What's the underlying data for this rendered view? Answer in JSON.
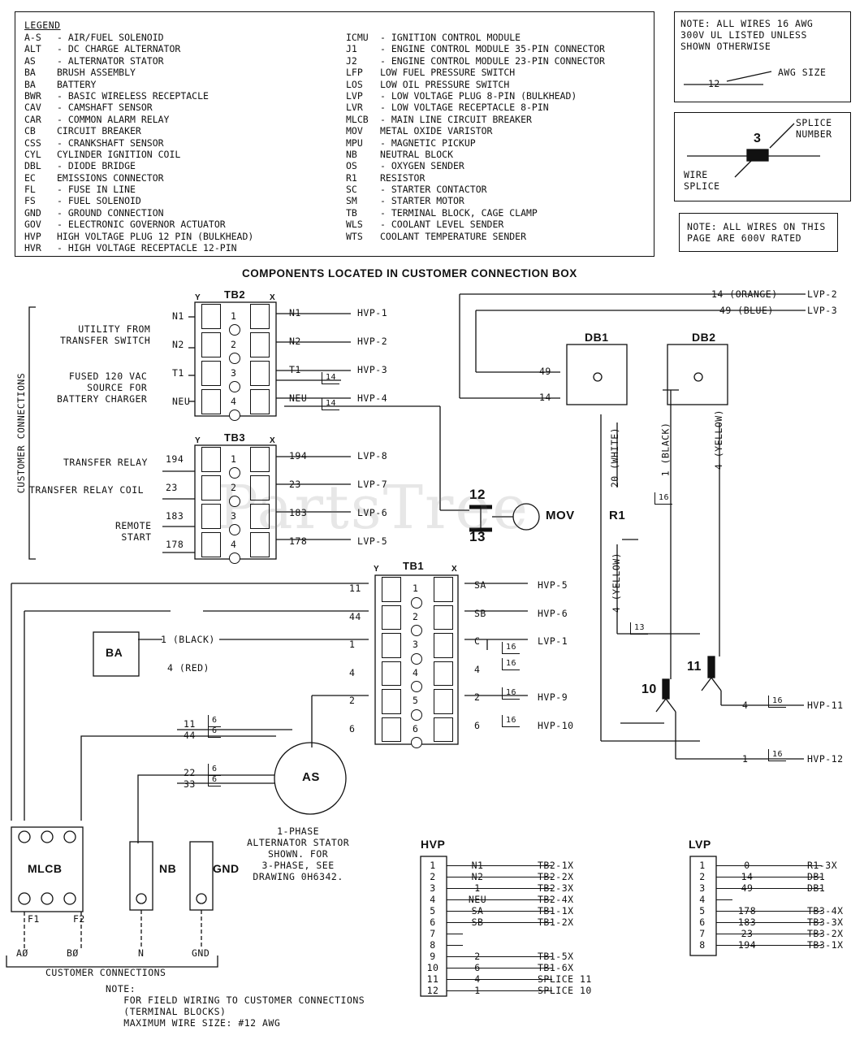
{
  "legend": {
    "title": "LEGEND",
    "left": [
      [
        "A-S",
        "- AIR/FUEL SOLENOID"
      ],
      [
        "ALT",
        "- DC CHARGE ALTERNATOR"
      ],
      [
        "AS",
        "- ALTERNATOR STATOR"
      ],
      [
        "BA",
        "BRUSH ASSEMBLY"
      ],
      [
        "BA",
        "BATTERY"
      ],
      [
        "BWR",
        "- BASIC WIRELESS RECEPTACLE"
      ],
      [
        "CAV",
        "- CAMSHAFT SENSOR"
      ],
      [
        "CAR",
        "- COMMON ALARM RELAY"
      ],
      [
        "CB",
        "CIRCUIT BREAKER"
      ],
      [
        "CSS",
        "- CRANKSHAFT SENSOR"
      ],
      [
        "CYL",
        "CYLINDER IGNITION COIL"
      ],
      [
        "DBL",
        "- DIODE BRIDGE"
      ],
      [
        "EC",
        "EMISSIONS CONNECTOR"
      ],
      [
        "FL",
        "- FUSE IN LINE"
      ],
      [
        "FS",
        "- FUEL SOLENOID"
      ],
      [
        "GND",
        "- GROUND CONNECTION"
      ],
      [
        "GOV",
        "- ELECTRONIC GOVERNOR ACTUATOR"
      ],
      [
        "HVP",
        "HIGH VOLTAGE PLUG 12 PIN (BULKHEAD)"
      ],
      [
        "HVR",
        "- HIGH VOLTAGE RECEPTACLE 12-PIN"
      ]
    ],
    "right": [
      [
        "ICMU",
        "- IGNITION CONTROL MODULE"
      ],
      [
        "J1",
        "- ENGINE CONTROL MODULE 35-PIN CONNECTOR"
      ],
      [
        "J2",
        "- ENGINE CONTROL MODULE 23-PIN CONNECTOR"
      ],
      [
        "LFP",
        "LOW FUEL PRESSURE SWITCH"
      ],
      [
        "LOS",
        "LOW OIL PRESSURE SWITCH"
      ],
      [
        "LVP",
        "- LOW VOLTAGE PLUG 8-PIN (BULKHEAD)"
      ],
      [
        "LVR",
        "- LOW VOLTAGE RECEPTACLE 8-PIN"
      ],
      [
        "MLCB",
        "- MAIN LINE CIRCUIT BREAKER"
      ],
      [
        "MOV",
        "METAL OXIDE VARISTOR"
      ],
      [
        "MPU",
        "- MAGNETIC PICKUP"
      ],
      [
        "NB",
        "NEUTRAL BLOCK"
      ],
      [
        "OS",
        "- OXYGEN SENDER"
      ],
      [
        "R1",
        "RESISTOR"
      ],
      [
        "SC",
        "- STARTER CONTACTOR"
      ],
      [
        "SM",
        "- STARTER MOTOR"
      ],
      [
        "TB",
        "- TERMINAL BLOCK, CAGE CLAMP"
      ],
      [
        "WLS",
        "- COOLANT LEVEL SENDER"
      ],
      [
        "WTS",
        "COOLANT TEMPERATURE SENDER"
      ]
    ]
  },
  "notes": {
    "awg_note": "NOTE: ALL WIRES 16 AWG\n300V UL LISTED UNLESS\nSHOWN OTHERWISE",
    "awg_example": "12",
    "awg_size": "AWG SIZE",
    "splice_number_label": "SPLICE\nNUMBER",
    "splice_example": "3",
    "wire_splice_label": "WIRE\nSPLICE",
    "rated_note": "NOTE: ALL WIRES ON THIS\nPAGE ARE 600V RATED",
    "field_note": "NOTE:\n   FOR FIELD WIRING TO CUSTOMER CONNECTIONS\n   (TERMINAL BLOCKS)\n   MAXIMUM WIRE SIZE: #12 AWG"
  },
  "diagram": {
    "title": "COMPONENTS LOCATED IN CUSTOMER CONNECTION BOX",
    "customer_connections_label": "CUSTOMER CONNECTIONS",
    "tb2": {
      "name": "TB2",
      "y": "Y",
      "x": "X",
      "left_labels": [
        "N1",
        "N2",
        "T1",
        "NEU"
      ],
      "right_wires": [
        "N1",
        "N2",
        "T1",
        "NEU"
      ],
      "dests": [
        "HVP-1",
        "HVP-2",
        "HVP-3",
        "HVP-4"
      ],
      "desc1": "UTILITY FROM\nTRANSFER SWITCH",
      "desc2": "FUSED 120 VAC\nSOURCE FOR\nBATTERY CHARGER"
    },
    "tb3": {
      "name": "TB3",
      "y": "Y",
      "x": "X",
      "left_labels": [
        "194",
        "23",
        "183",
        "178"
      ],
      "right_wires": [
        "194",
        "23",
        "183",
        "178"
      ],
      "dests": [
        "LVP-8",
        "LVP-7",
        "LVP-6",
        "LVP-5"
      ],
      "desc1": "TRANSFER RELAY",
      "desc2": "TRANSFER RELAY COIL",
      "desc3": "REMOTE\nSTART"
    },
    "tb1": {
      "name": "TB1",
      "y": "Y",
      "x": "X",
      "left_wires": [
        "11",
        "44",
        "1",
        "4",
        "2",
        "6"
      ],
      "right_wires": [
        "SA",
        "SB",
        "C",
        "4",
        "2",
        "6"
      ],
      "dests": [
        "HVP-5",
        "HVP-6",
        "LVP-1",
        "",
        "HVP-9",
        "HVP-10"
      ]
    },
    "db1": {
      "name": "DB1",
      "w49": "49",
      "w14": "14"
    },
    "db2": {
      "name": "DB2"
    },
    "top_wires": [
      "14 (ORANGE)",
      "LVP-2",
      "49 (BLUE)",
      "LVP-3"
    ],
    "mov": {
      "name": "MOV",
      "s12": "12",
      "s13": "13"
    },
    "r1": {
      "name": "R1"
    },
    "vertical_labels": [
      "20 (WHITE)",
      "1 (BLACK)",
      "4 (YELLOW)",
      "4 (YELLOW)"
    ],
    "splice10": "10",
    "splice11": "11",
    "hvp11_wire": "4",
    "hvp11": "HVP-11",
    "hvp12_wire": "1",
    "hvp12": "HVP-12",
    "ba": {
      "name": "BA",
      "black": "1 (BLACK)",
      "red": "4 (RED)"
    },
    "as": {
      "name": "AS",
      "note": "1-PHASE\nALTERNATOR STATOR\nSHOWN. FOR\n3-PHASE, SEE\nDRAWING 0H6342."
    },
    "as_wires": [
      "11",
      "44",
      "22",
      "33"
    ],
    "mlcb": {
      "name": "MLCB",
      "f1": "F1",
      "f2": "F2",
      "a": "AØ",
      "b": "BØ"
    },
    "nb": {
      "name": "NB",
      "n": "N"
    },
    "gnd": {
      "name": "GND",
      "g": "GND"
    },
    "customer_connections_bottom": "CUSTOMER CONNECTIONS",
    "gauges": [
      "6",
      "6",
      "6",
      "6",
      "14",
      "14",
      "16",
      "16",
      "16",
      "16",
      "13",
      "16",
      "16",
      "16"
    ]
  },
  "hvp": {
    "name": "HVP",
    "rows": [
      [
        "1",
        "N1",
        "TB2-1X"
      ],
      [
        "2",
        "N2",
        "TB2-2X"
      ],
      [
        "3",
        "1",
        "TB2-3X"
      ],
      [
        "4",
        "NEU",
        "TB2-4X"
      ],
      [
        "5",
        "SA",
        "TB1-1X"
      ],
      [
        "6",
        "SB",
        "TB1-2X"
      ],
      [
        "7",
        "",
        ""
      ],
      [
        "8",
        "",
        ""
      ],
      [
        "9",
        "2",
        "TB1-5X"
      ],
      [
        "10",
        "6",
        "TB1-6X"
      ],
      [
        "11",
        "4",
        "SPLICE 11"
      ],
      [
        "12",
        "1",
        "SPLICE 10"
      ]
    ]
  },
  "lvp": {
    "name": "LVP",
    "rows": [
      [
        "1",
        "0",
        "R1-3X"
      ],
      [
        "2",
        "14",
        "DB1"
      ],
      [
        "3",
        "49",
        "DB1"
      ],
      [
        "4",
        "",
        ""
      ],
      [
        "5",
        "178",
        "TB3-4X"
      ],
      [
        "6",
        "183",
        "TB3-3X"
      ],
      [
        "7",
        "23",
        "TB3-2X"
      ],
      [
        "8",
        "194",
        "TB3-1X"
      ]
    ]
  },
  "watermark": "PartsTree"
}
